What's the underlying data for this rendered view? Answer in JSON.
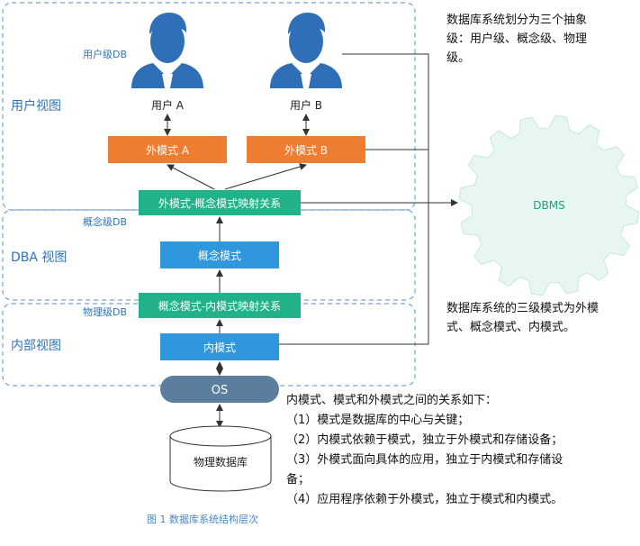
{
  "regions": {
    "user_level_db": "用户级DB",
    "user_view": "用户视图",
    "concept_level_db": "概念级DB",
    "dba_view": "DBA 视图",
    "physical_level_db": "物理级DB",
    "internal_view": "内部视图"
  },
  "users": {
    "user_a": "用户 A",
    "user_b": "用户 B"
  },
  "boxes": {
    "external_schema_a": "外模式 A",
    "external_schema_b": "外模式 B",
    "external_conceptual_mapping": "外模式-概念模式映射关系",
    "conceptual_schema": "概念模式",
    "conceptual_internal_mapping": "概念模式-内模式映射关系",
    "internal_schema": "内模式",
    "os": "OS",
    "physical_database": "物理数据库"
  },
  "dbms_label": "DBMS",
  "notes": {
    "abstraction_levels": [
      "数据库系统划分为三个抽象",
      "级：用户级、概念级、物理",
      "级。"
    ],
    "three_schemas": [
      "数据库系统的三级模式为外模",
      "式、概念模式、内模式。"
    ],
    "relations": [
      "内模式、模式和外模式之间的关系如下：",
      "（1）模式是数据库的中心与关键；",
      "（2）内模式依赖于模式，独立于外模式和存储设备；",
      "（3）外模式面向具体的应用，独立于内模式和存储设",
      "备；",
      "（4）应用程序依赖于外模式，独立于模式和内模式。"
    ]
  },
  "caption": "图 1 数据库系统结构层次",
  "colors": {
    "orange": "#ED7D31",
    "teal": "#21B28A",
    "blue": "#2F97DE",
    "os_gray": "#5B7E9F",
    "gear": "#E8F6F1",
    "gear_stroke": "#C5E8DC",
    "user_icon": "#2E6FB7",
    "region_dash": "#6FA3D6",
    "region_text": "#2E74B5",
    "caption": "#4A86C5"
  }
}
